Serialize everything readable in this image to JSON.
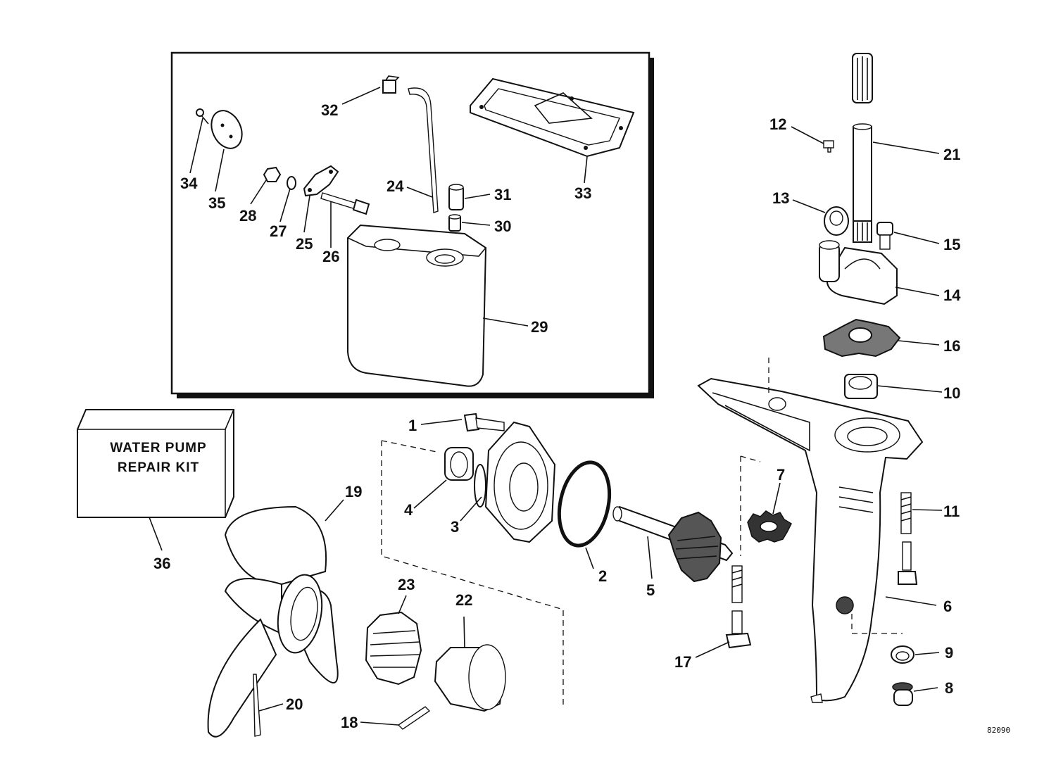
{
  "kit_box": {
    "line1": "WATER PUMP",
    "line2": "REPAIR KIT"
  },
  "drawing_code": "82090",
  "callouts": [
    {
      "n": "1"
    },
    {
      "n": "2"
    },
    {
      "n": "3"
    },
    {
      "n": "4"
    },
    {
      "n": "5"
    },
    {
      "n": "6"
    },
    {
      "n": "7"
    },
    {
      "n": "8"
    },
    {
      "n": "9"
    },
    {
      "n": "10"
    },
    {
      "n": "11"
    },
    {
      "n": "12"
    },
    {
      "n": "13"
    },
    {
      "n": "14"
    },
    {
      "n": "15"
    },
    {
      "n": "16"
    },
    {
      "n": "17"
    },
    {
      "n": "18"
    },
    {
      "n": "19"
    },
    {
      "n": "20"
    },
    {
      "n": "21"
    },
    {
      "n": "22"
    },
    {
      "n": "23"
    },
    {
      "n": "24"
    },
    {
      "n": "25"
    },
    {
      "n": "26"
    },
    {
      "n": "27"
    },
    {
      "n": "28"
    },
    {
      "n": "29"
    },
    {
      "n": "30"
    },
    {
      "n": "31"
    },
    {
      "n": "32"
    },
    {
      "n": "33"
    },
    {
      "n": "34"
    },
    {
      "n": "35"
    },
    {
      "n": "36"
    }
  ]
}
